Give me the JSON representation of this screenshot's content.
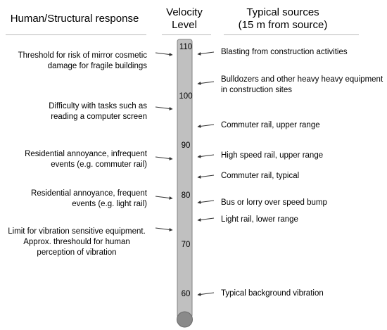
{
  "headers": {
    "left": "Human/Structural response",
    "center_line1": "Velocity",
    "center_line2": "Level",
    "right_line1": "Typical sources",
    "right_line2": "(15 m from source)"
  },
  "scale": {
    "ticks": [
      "110",
      "100",
      "90",
      "80",
      "70",
      "60"
    ]
  },
  "left_labels": [
    {
      "line1": "Threshold for risk of mirror cosmetic",
      "line2": "damage for fragile buildings",
      "line3": ""
    },
    {
      "line1": "Difficulty with tasks such as",
      "line2": "reading a computer screen",
      "line3": ""
    },
    {
      "line1": "Residential annoyance, infrequent",
      "line2": "events (e.g. commuter rail)",
      "line3": ""
    },
    {
      "line1": "Residential annoyance, frequent",
      "line2": "events (e.g. light rail)",
      "line3": ""
    },
    {
      "line1": "Limit for vibration sensitive equipment.",
      "line2": "Approx. threshould for human",
      "line3": "perception of vibration"
    }
  ],
  "right_labels": [
    {
      "line1": "Blasting from construction activities",
      "line2": ""
    },
    {
      "line1": "Bulldozers and other heavy heavy equipment",
      "line2": "in construction sites"
    },
    {
      "line1": "Commuter rail, upper range",
      "line2": ""
    },
    {
      "line1": "High speed rail, upper range",
      "line2": ""
    },
    {
      "line1": "Commuter rail, typical",
      "line2": ""
    },
    {
      "line1": "Bus or lorry over speed bump",
      "line2": ""
    },
    {
      "line1": "Light rail, lower range",
      "line2": ""
    },
    {
      "line1": "Typical background vibration",
      "line2": ""
    }
  ],
  "colors": {
    "tube_fill": "#c0c0c0",
    "tube_stroke": "#808080",
    "bulb_fill": "#8a8a8a",
    "arrow": "#333333",
    "rule": "#b9b9b9"
  }
}
